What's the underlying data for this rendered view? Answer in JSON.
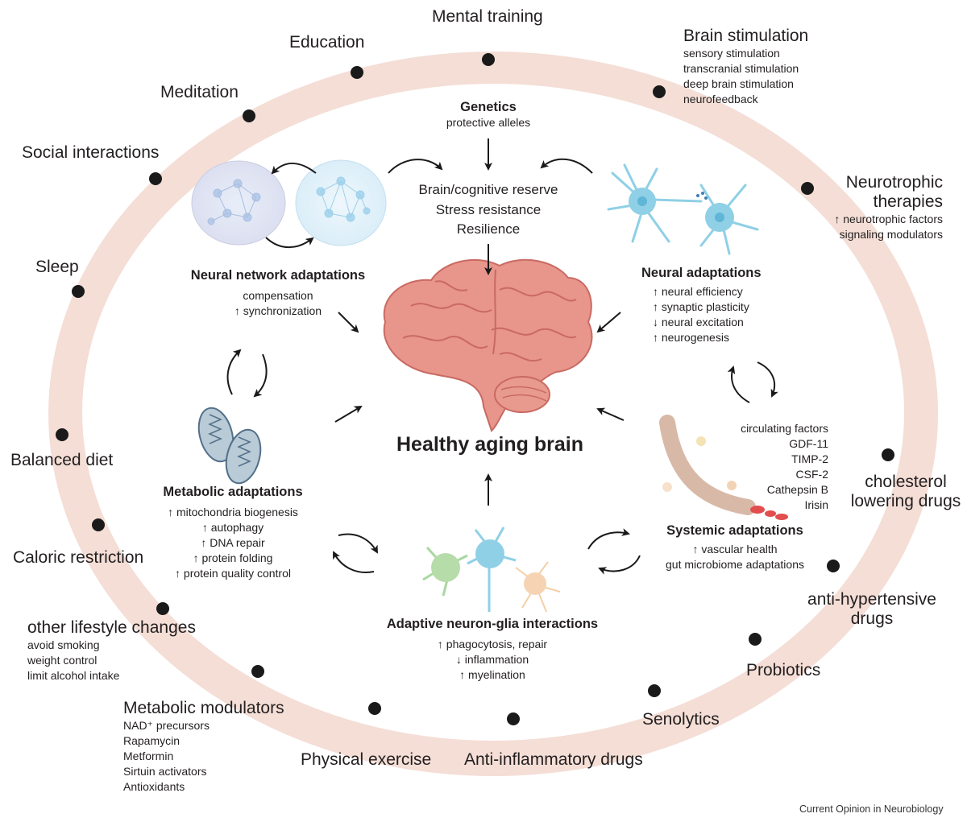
{
  "colors": {
    "ring": "#f2dcd4",
    "dot": "#1a1a1a",
    "brain": "#e8958c",
    "brain_dark": "#c96a62",
    "neuron_blue": "#8fd0e6",
    "network_blue": "#cfe3f4",
    "mito": "#7a98a8",
    "vessel": "#d8b9a8"
  },
  "interventions": {
    "mental_training": "Mental training",
    "education": "Education",
    "meditation": "Meditation",
    "social_interactions": "Social interactions",
    "sleep": "Sleep",
    "balanced_diet": "Balanced diet",
    "caloric_restriction": "Caloric restriction",
    "other_lifestyle": {
      "title": "other lifestyle changes",
      "items": [
        "avoid smoking",
        "weight control",
        "limit alcohol intake"
      ]
    },
    "metabolic_modulators": {
      "title": "Metabolic modulators",
      "items": [
        "NAD⁺ precursors",
        "Rapamycin",
        "Metformin",
        "Sirtuin activators",
        "Antioxidants"
      ]
    },
    "physical_exercise": "Physical exercise",
    "anti_inflammatory": "Anti-inflammatory drugs",
    "senolytics": "Senolytics",
    "probiotics": "Probiotics",
    "anti_hypertensive": [
      "anti-hypertensive",
      "drugs"
    ],
    "cholesterol": [
      "cholesterol",
      "lowering drugs"
    ],
    "neurotrophic": {
      "title": [
        "Neurotrophic",
        "therapies"
      ],
      "items": [
        "↑ neurotrophic factors",
        "signaling modulators"
      ]
    },
    "brain_stimulation": {
      "title": "Brain stimulation",
      "items": [
        "sensory stimulation",
        "transcranial stimulation",
        "deep brain stimulation",
        "neurofeedback"
      ]
    }
  },
  "genetics": {
    "title": "Genetics",
    "subtitle": "protective alleles"
  },
  "reserve": [
    "Brain/cognitive reserve",
    "Stress resistance",
    "Resilience"
  ],
  "center_title": "Healthy aging brain",
  "neural_network": {
    "title": "Neural network adaptations",
    "items": [
      "compensation",
      "↑ synchronization"
    ]
  },
  "neural": {
    "title": "Neural adaptations",
    "items": [
      "↑ neural efficiency",
      "↑ synaptic plasticity",
      "↓ neural excitation",
      "↑ neurogenesis"
    ]
  },
  "metabolic": {
    "title": "Metabolic adaptations",
    "items": [
      "↑ mitochondria biogenesis",
      "↑ autophagy",
      "↑ DNA repair",
      "↑ protein folding",
      "↑ protein quality control"
    ]
  },
  "systemic": {
    "title": "Systemic adaptations",
    "items": [
      "↑ vascular health",
      "gut microbiome adaptations"
    ]
  },
  "circulating": [
    "circulating factors",
    "GDF-11",
    "TIMP-2",
    "CSF-2",
    "Cathepsin B",
    "Irisin"
  ],
  "neuron_glia": {
    "title": "Adaptive neuron-glia interactions",
    "items": [
      "↑ phagocytosis, repair",
      "↓ inflammation",
      "↑ myelination"
    ]
  },
  "credit": "Current Opinion in Neurobiology"
}
